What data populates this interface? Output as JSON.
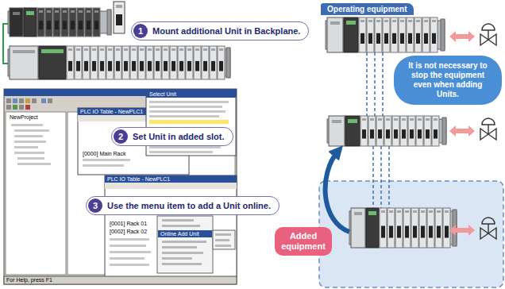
{
  "diagram": {
    "nodes": [
      {
        "text": [
          "1",
          "Mount additional Unit in Backplane."
        ]
      },
      {
        "text": [
          "2",
          "Set Unit in added slot."
        ]
      },
      {
        "text": [
          "3",
          "Use the menu item to add a Unit online."
        ]
      },
      {
        "text": [
          "Operating equipment"
        ]
      },
      {
        "text": [
          "It is not necessary to stop the equipment even when adding Units."
        ]
      },
      {
        "text": [
          "Added equipment"
        ]
      }
    ],
    "labels": [
      "NewProject",
      "Select Unit",
      "PLC IO Table - NewPLC1",
      "[0000] Main Rack",
      "PLC IO Table - NewPLC1",
      "[0001] Rack 01",
      "[0002] Rack 02",
      "Online Add Unit",
      "For Help, press F1"
    ]
  }
}
